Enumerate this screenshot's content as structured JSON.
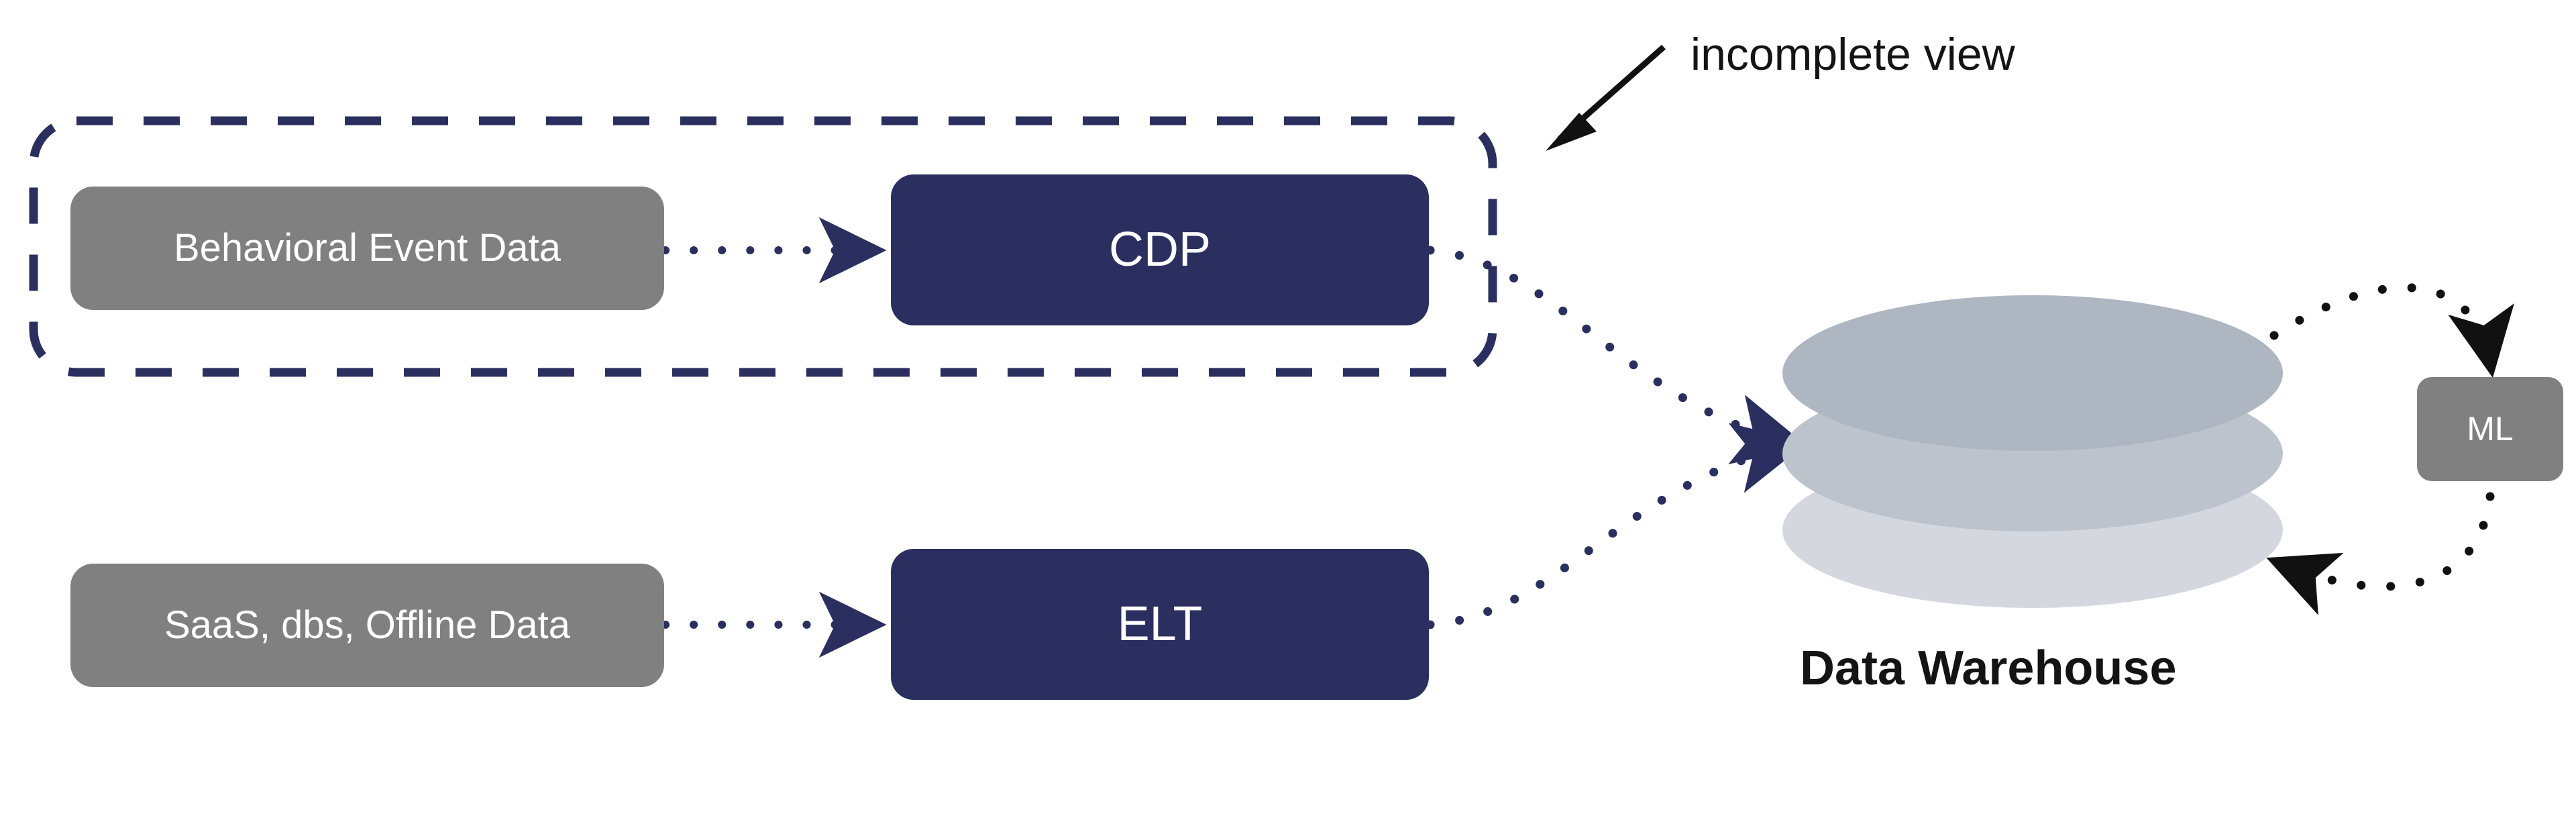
{
  "diagram": {
    "title_note": "incomplete view",
    "colors": {
      "navy": "#2a2f60",
      "gray": "#808080",
      "warehouse_top": "#aeb6c2",
      "warehouse_middle": "#bcc3cd",
      "warehouse_bottom": "#d4d8de",
      "arrow_black": "#111111",
      "background": "#ffffff"
    },
    "annotation": {
      "label": "incomplete view",
      "arrow": "annotation-arrow-icon",
      "points_to": "dashed-group-boundary"
    },
    "dashed_group": {
      "name": "incomplete-view-group",
      "contains": [
        "Behavioral Event Data",
        "CDP"
      ]
    },
    "nodes": [
      {
        "id": "behavioral",
        "label": "Behavioral Event Data",
        "kind": "source",
        "color": "#808080"
      },
      {
        "id": "saas",
        "label": "SaaS, dbs, Offline Data",
        "kind": "source",
        "color": "#808080"
      },
      {
        "id": "cdp",
        "label": "CDP",
        "kind": "process",
        "color": "#2a2f60"
      },
      {
        "id": "elt",
        "label": "ELT",
        "kind": "process",
        "color": "#2a2f60"
      },
      {
        "id": "warehouse",
        "label": "Data Warehouse",
        "kind": "datastore",
        "layers": 3
      },
      {
        "id": "ml",
        "label": "ML",
        "kind": "process",
        "color": "#808080"
      }
    ],
    "edges": [
      {
        "from": "behavioral",
        "to": "cdp",
        "style": "dotted",
        "color": "#2a2f60",
        "arrow": true
      },
      {
        "from": "saas",
        "to": "elt",
        "style": "dotted",
        "color": "#2a2f60",
        "arrow": true
      },
      {
        "from": "cdp",
        "to": "warehouse",
        "style": "dotted",
        "color": "#2a2f60",
        "arrow": true,
        "curved": true
      },
      {
        "from": "elt",
        "to": "warehouse",
        "style": "dotted",
        "color": "#2a2f60",
        "arrow": true,
        "curved": true
      },
      {
        "from": "warehouse",
        "to": "ml",
        "style": "dotted",
        "color": "#111111",
        "arrow": true,
        "curved": true
      },
      {
        "from": "ml",
        "to": "warehouse",
        "style": "dotted",
        "color": "#111111",
        "arrow": true,
        "curved": true
      }
    ]
  }
}
